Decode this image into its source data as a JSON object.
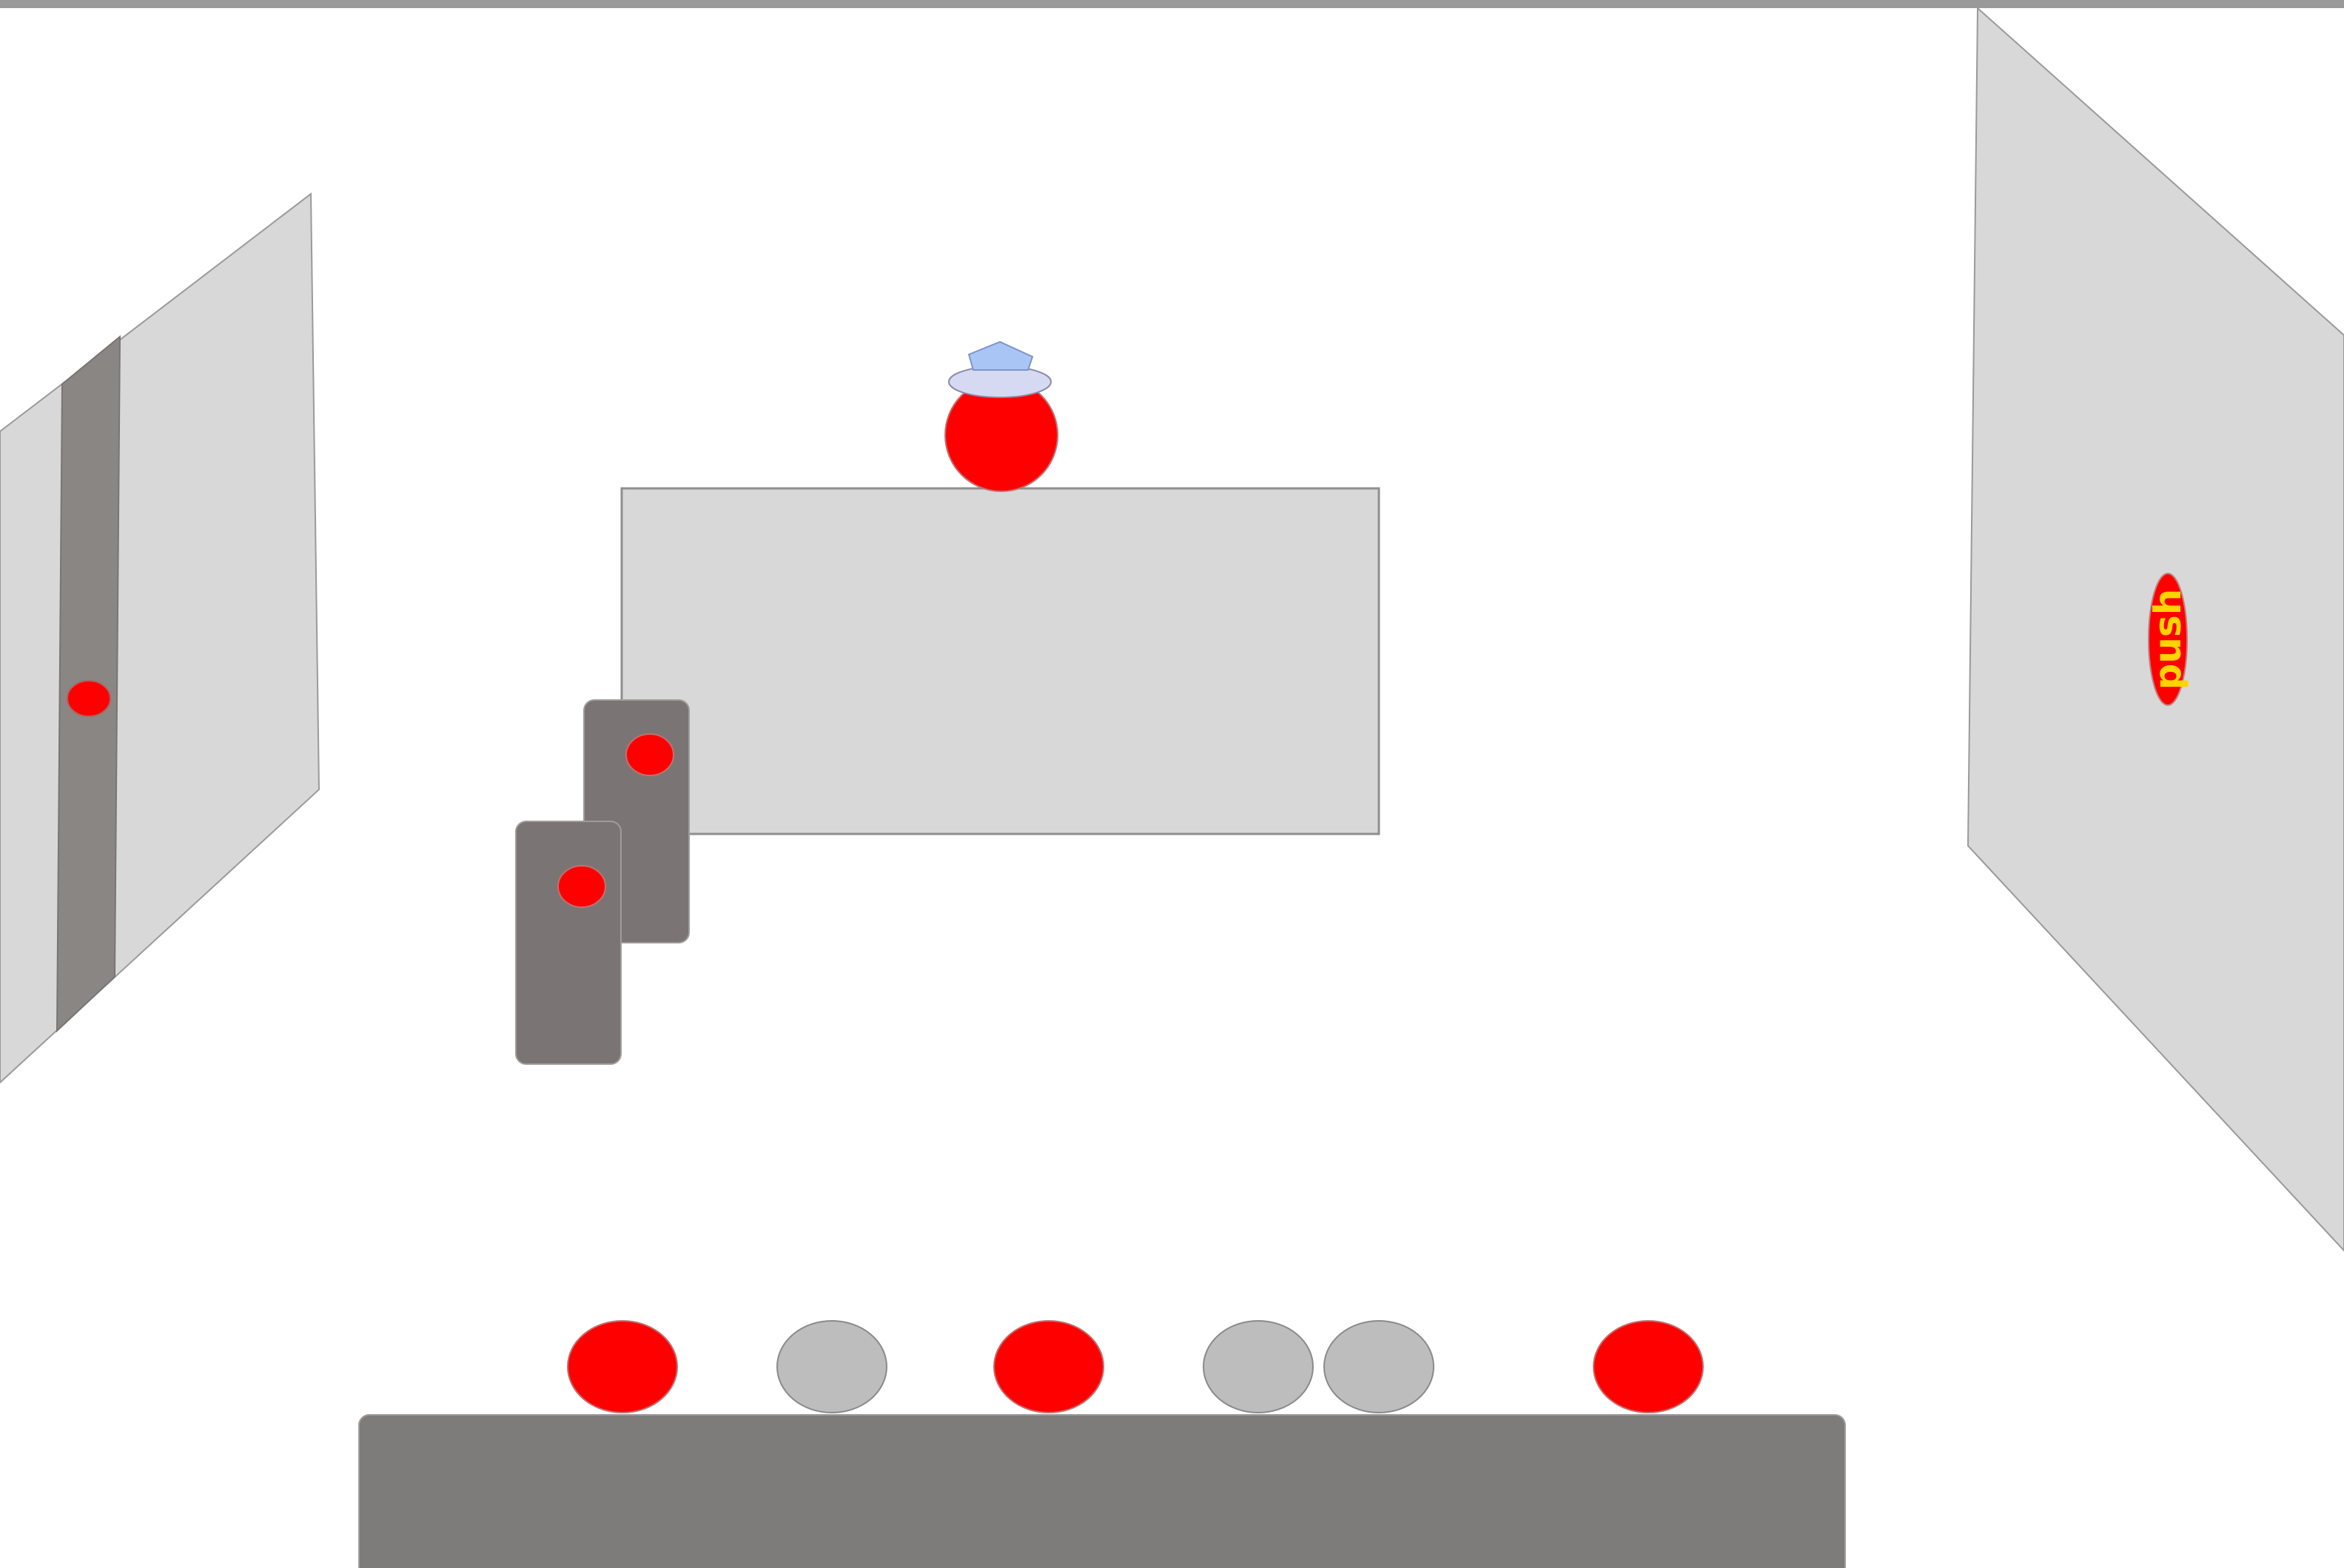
{
  "scene": {
    "push_button_label": "push"
  },
  "colors": {
    "wall": "#d8d8d8",
    "wall_stroke": "#9a9a9a",
    "door": "#8a8683",
    "device": "#7a7574",
    "desk": "#7e7b7b",
    "red": "#ff0000",
    "grey_ball": "#bdbdbd",
    "hat_brim": "#d6d9f2",
    "hat_top": "#a9c5f5",
    "push_text": "#ffd400"
  },
  "icons": {
    "character": "red-ball-with-hat-icon",
    "device": "red-dot-icon"
  },
  "balls": [
    "red",
    "grey",
    "red",
    "grey",
    "grey",
    "red"
  ]
}
